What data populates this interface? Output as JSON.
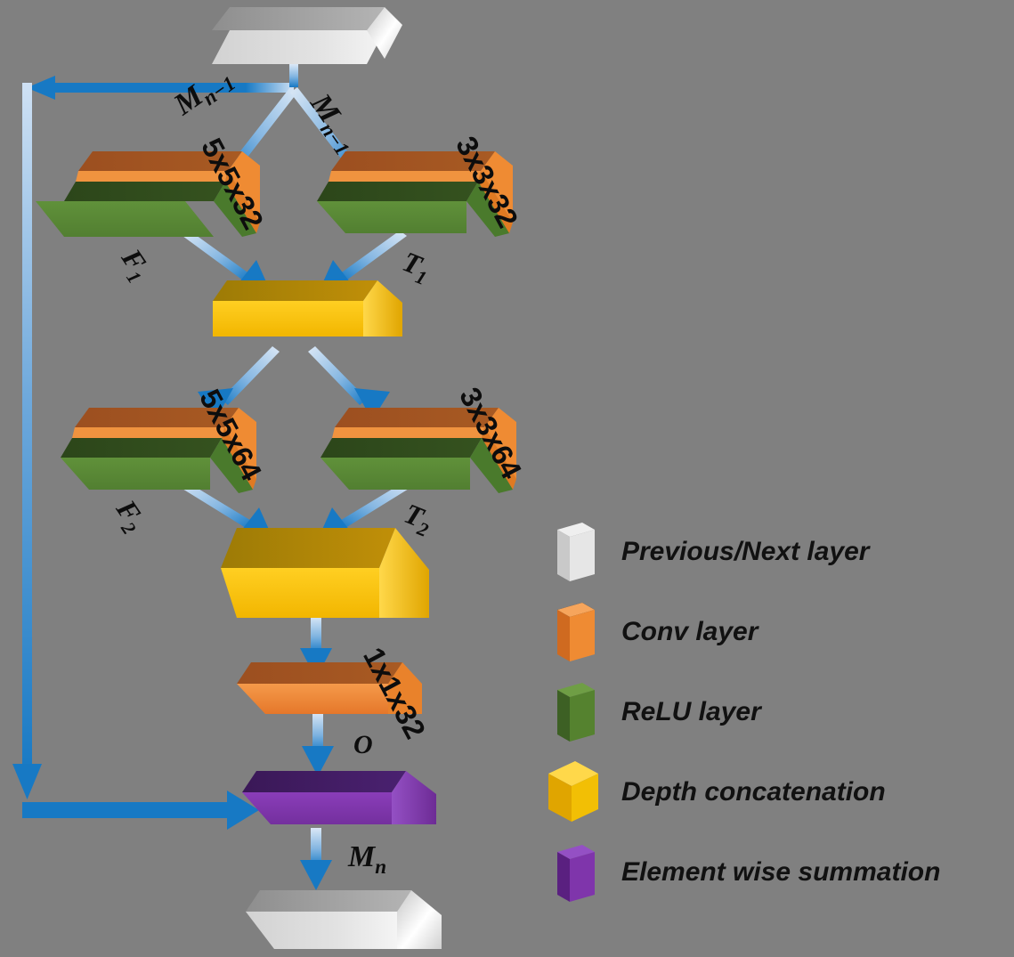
{
  "figure": {
    "title": "Multi-scale residual block architecture",
    "background_color": "#808080"
  },
  "colors": {
    "arrow_blue": "#1779c4",
    "arrow_pale": "#d6e4f3",
    "conv_orange": "#f08733",
    "conv_orange_top": "#a0522d",
    "relu_green": "#5a8b35",
    "relu_green_top": "#2e4a1c",
    "concat_yellow": "#ffc90e",
    "concat_yellow_top": "#b8860b",
    "sum_purple": "#7f35ab",
    "sum_purple_top": "#3f1a5b",
    "layer_white": "#d8d8d8",
    "layer_white_top": "#9a9a9a",
    "label_black": "#0d0d0d"
  },
  "nodes": {
    "input_layer": {
      "name": "Previous layer",
      "type": "previous-next-layer"
    },
    "conv_relu_5x5x32": {
      "kernel": "5x5x32",
      "type": "conv-relu"
    },
    "conv_relu_3x3x32": {
      "kernel": "3x3x32",
      "type": "conv-relu"
    },
    "concat_1": {
      "type": "depth-concatenation"
    },
    "conv_relu_5x5x64": {
      "kernel": "5x5x64",
      "type": "conv-relu"
    },
    "conv_relu_3x3x64": {
      "kernel": "3x3x64",
      "type": "conv-relu"
    },
    "concat_2": {
      "type": "depth-concatenation"
    },
    "conv_1x1x32": {
      "kernel": "1x1x32",
      "type": "conv"
    },
    "sum_block": {
      "type": "element-wise-summation"
    },
    "output_layer": {
      "name": "Next layer",
      "type": "previous-next-layer"
    }
  },
  "edge_labels": {
    "m_prev_left": {
      "base": "M",
      "sub": "n−1"
    },
    "m_prev_right": {
      "base": "M",
      "sub": "n−1"
    },
    "f1": {
      "base": "F",
      "sub": "1"
    },
    "t1": {
      "base": "T",
      "sub": "1"
    },
    "f2": {
      "base": "F",
      "sub": "2"
    },
    "t2": {
      "base": "T",
      "sub": "2"
    },
    "o": {
      "base": "O",
      "sub": ""
    },
    "m_out": {
      "base": "M",
      "sub": "n"
    }
  },
  "kernel_labels": {
    "k1": "5x5x32",
    "k2": "3x3x32",
    "k3": "5x5x64",
    "k4": "3x3x64",
    "k5": "1x1x32"
  },
  "legend": {
    "items": [
      {
        "label": "Previous/Next layer",
        "icon": "white-box-icon",
        "color": "#d8d8d8",
        "shape": "tall"
      },
      {
        "label": "Conv layer",
        "icon": "orange-box-icon",
        "color": "#f08733",
        "shape": "tall"
      },
      {
        "label": "ReLU layer",
        "icon": "green-box-icon",
        "color": "#5a8b35",
        "shape": "tall"
      },
      {
        "label": "Depth concatenation",
        "icon": "yellow-cube-icon",
        "color": "#ffc90e",
        "shape": "cube"
      },
      {
        "label": "Element wise summation",
        "icon": "purple-box-icon",
        "color": "#7f35ab",
        "shape": "tall"
      }
    ]
  }
}
